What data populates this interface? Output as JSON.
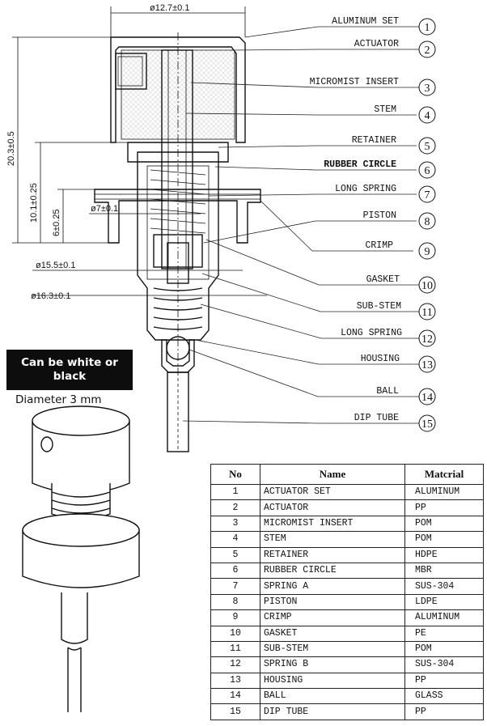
{
  "dimensions": {
    "width_top": "ø12.7±0.1",
    "height_total": "20.3±0.5",
    "height_mid": "10.1±0.25",
    "height_low": "6±0.25",
    "inner_dia": "ø7±0.1",
    "dia_1": "ø15.5±0.1",
    "dia_2": "ø16.3±0.1"
  },
  "callouts": [
    {
      "num": "1",
      "label": "ALUMINUM SET"
    },
    {
      "num": "2",
      "label": "ACTUATOR"
    },
    {
      "num": "3",
      "label": "MICROMIST INSERT"
    },
    {
      "num": "4",
      "label": "STEM"
    },
    {
      "num": "5",
      "label": "RETAINER"
    },
    {
      "num": "6",
      "label": "RUBBER CIRCLE"
    },
    {
      "num": "7",
      "label": "LONG SPRING"
    },
    {
      "num": "8",
      "label": "PISTON"
    },
    {
      "num": "9",
      "label": "CRIMP"
    },
    {
      "num": "10",
      "label": "GASKET"
    },
    {
      "num": "11",
      "label": "SUB-STEM"
    },
    {
      "num": "12",
      "label": "LONG SPRING"
    },
    {
      "num": "13",
      "label": "HOUSING"
    },
    {
      "num": "14",
      "label": "BALL"
    },
    {
      "num": "15",
      "label": "DIP TUBE"
    }
  ],
  "note": {
    "color_option": "Can be white or black",
    "diameter": "Diameter 3 mm"
  },
  "bom": {
    "headers": [
      "No",
      "Name",
      "Matcrial"
    ],
    "rows": [
      [
        "1",
        "ACTUATOR SET",
        "ALUMINUM"
      ],
      [
        "2",
        "ACTUATOR",
        "PP"
      ],
      [
        "3",
        "MICROMIST INSERT",
        "POM"
      ],
      [
        "4",
        "STEM",
        "POM"
      ],
      [
        "5",
        "RETAINER",
        "HDPE"
      ],
      [
        "6",
        "RUBBER CIRCLE",
        "MBR"
      ],
      [
        "7",
        "SPRING A",
        "SUS-304"
      ],
      [
        "8",
        "PISTON",
        "LDPE"
      ],
      [
        "9",
        "CRIMP",
        "ALUMINUM"
      ],
      [
        "10",
        "GASKET",
        "PE"
      ],
      [
        "11",
        "SUB-STEM",
        "POM"
      ],
      [
        "12",
        "SPRING B",
        "SUS-304"
      ],
      [
        "13",
        "HOUSING",
        "PP"
      ],
      [
        "14",
        "BALL",
        "GLASS"
      ],
      [
        "15",
        "DIP TUBE",
        "PP"
      ]
    ]
  }
}
